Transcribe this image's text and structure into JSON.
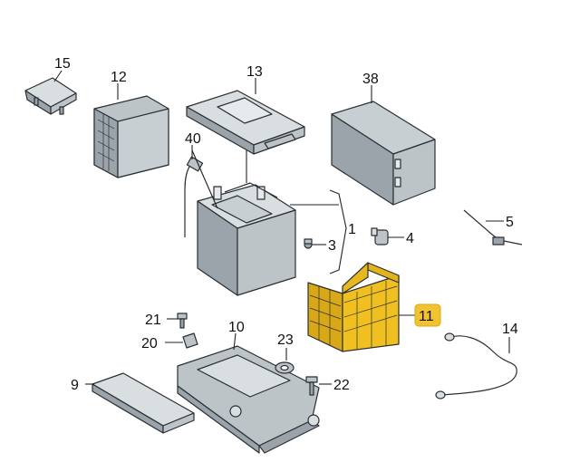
{
  "diagram": {
    "colors": {
      "part_fill": "#bcc4c8",
      "part_fill_light": "#d9dee1",
      "part_fill_dark": "#9aa4aa",
      "highlight_fill": "#f0c020",
      "highlight_badge": "#f2c230",
      "outline": "#2b2f33"
    },
    "callouts": [
      {
        "key": "p15",
        "label": "15"
      },
      {
        "key": "p12",
        "label": "12"
      },
      {
        "key": "p13",
        "label": "13"
      },
      {
        "key": "p38",
        "label": "38"
      },
      {
        "key": "p40",
        "label": "40"
      },
      {
        "key": "p1",
        "label": "1"
      },
      {
        "key": "p3",
        "label": "3"
      },
      {
        "key": "p4",
        "label": "4"
      },
      {
        "key": "p5",
        "label": "5"
      },
      {
        "key": "p11",
        "label": "11",
        "highlighted": true
      },
      {
        "key": "p14",
        "label": "14"
      },
      {
        "key": "p21",
        "label": "21"
      },
      {
        "key": "p20",
        "label": "20"
      },
      {
        "key": "p10",
        "label": "10"
      },
      {
        "key": "p23",
        "label": "23"
      },
      {
        "key": "p9",
        "label": "9"
      },
      {
        "key": "p22",
        "label": "22"
      }
    ]
  }
}
